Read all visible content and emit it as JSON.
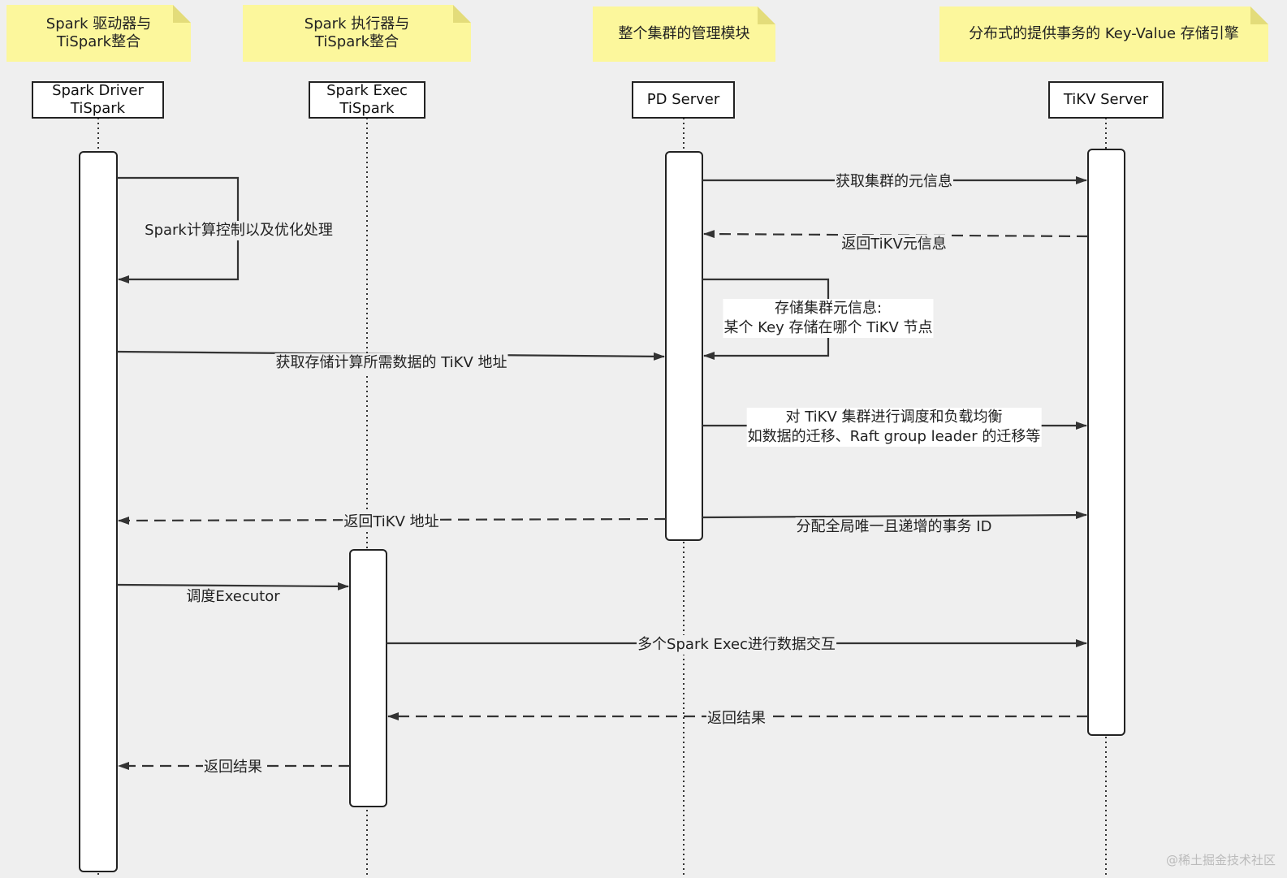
{
  "notes": [
    {
      "id": "driver",
      "text": "Spark 驱动器与\nTiSpark整合"
    },
    {
      "id": "exec",
      "text": "Spark 执行器与\nTiSpark整合"
    },
    {
      "id": "pd",
      "text": "整个集群的管理模块"
    },
    {
      "id": "tikv",
      "text": "分布式的提供事务的 Key-Value 存储引擎"
    }
  ],
  "actors": [
    {
      "id": "driver",
      "label": "Spark Driver\nTiSpark"
    },
    {
      "id": "exec",
      "label": "Spark Exec\nTiSpark"
    },
    {
      "id": "pd",
      "label": "PD Server"
    },
    {
      "id": "tikv",
      "label": "TiKV Server"
    }
  ],
  "messages": [
    {
      "id": "driver-self",
      "from": "driver",
      "to": "driver",
      "type": "self",
      "text": "Spark计算控制以及优化处理"
    },
    {
      "id": "pd-get-meta",
      "from": "pd",
      "to": "tikv",
      "type": "sync",
      "text": "获取集群的元信息"
    },
    {
      "id": "tikv-return-meta",
      "from": "tikv",
      "to": "pd",
      "type": "return",
      "text": "返回TiKV元信息"
    },
    {
      "id": "pd-self-store",
      "from": "pd",
      "to": "pd",
      "type": "self",
      "text": "存储集群元信息:\n某个 Key 存储在哪个 TiKV 节点"
    },
    {
      "id": "driver-get-addr",
      "from": "driver",
      "to": "pd",
      "type": "sync",
      "text": "获取存储计算所需数据的 TiKV 地址"
    },
    {
      "id": "pd-schedule",
      "from": "pd",
      "to": "tikv",
      "type": "sync",
      "text": "对 TiKV 集群进行调度和负载均衡\n如数据的迁移、Raft group leader 的迁移等"
    },
    {
      "id": "pd-return-addr",
      "from": "pd",
      "to": "driver",
      "type": "return",
      "text": "返回TiKV 地址"
    },
    {
      "id": "pd-txn-id",
      "from": "pd",
      "to": "tikv",
      "type": "sync",
      "text": "分配全局唯一且递增的事务 ID"
    },
    {
      "id": "driver-schedule-exec",
      "from": "driver",
      "to": "exec",
      "type": "sync",
      "text": "调度Executor"
    },
    {
      "id": "exec-exchange",
      "from": "exec",
      "to": "tikv",
      "type": "sync",
      "text": "多个Spark Exec进行数据交互"
    },
    {
      "id": "tikv-return-result",
      "from": "tikv",
      "to": "exec",
      "type": "return",
      "text": "返回结果"
    },
    {
      "id": "exec-return-result",
      "from": "exec",
      "to": "driver",
      "type": "return",
      "text": "返回结果"
    }
  ],
  "watermark": "@稀土掘金技术社区"
}
